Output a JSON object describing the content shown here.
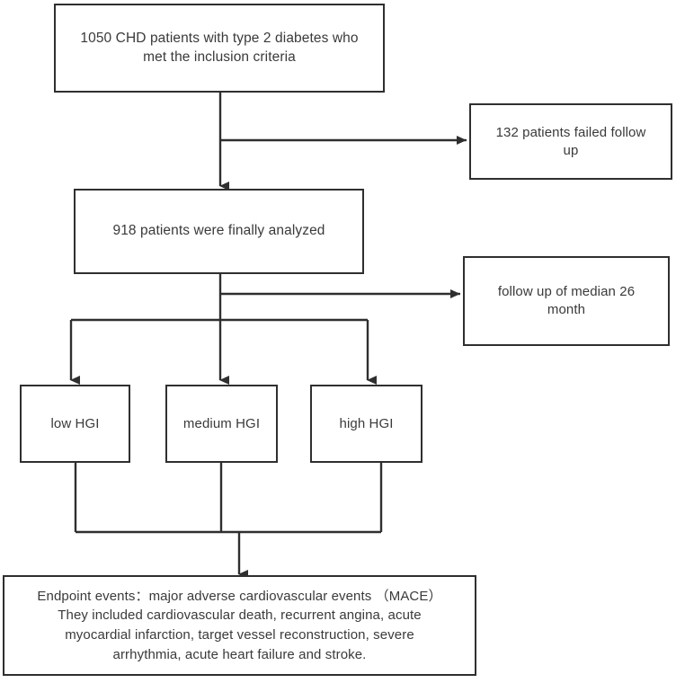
{
  "diagram": {
    "title": "Study flow diagram",
    "type": "flowchart",
    "stroke_color": "#2f2f2f",
    "text_color": "#3a3a3a",
    "background_color": "#ffffff"
  },
  "nodes": {
    "cohort": {
      "id": "cohort",
      "text": "1050 CHD patients with type 2 diabetes who\nmet the inclusion criteria"
    },
    "lost": {
      "id": "lost",
      "text": "132 patients failed follow\nup"
    },
    "analyzed": {
      "id": "analyzed",
      "text": "918 patients were finally analyzed"
    },
    "followup": {
      "id": "followup",
      "text": "follow up of median 26\nmonth"
    },
    "low_hgi": {
      "id": "low-hgi",
      "text": "low HGI"
    },
    "medium_hgi": {
      "id": "medium-hgi",
      "text": "medium HGI"
    },
    "high_hgi": {
      "id": "high-hgi",
      "text": "high HGI"
    },
    "endpoint": {
      "id": "endpoint",
      "text": "Endpoint events：major adverse cardiovascular events （MACE）\nThey included cardiovascular death, recurrent angina, acute\nmyocardial infarction, target vessel reconstruction, severe\narrhythmia, acute heart failure and stroke."
    }
  },
  "edges": [
    {
      "name": "cohort-to-analyzed",
      "from": "cohort",
      "to": "analyzed",
      "arrow": "down"
    },
    {
      "name": "cohort-to-lost",
      "from": "cohort",
      "to": "lost",
      "arrow": "right"
    },
    {
      "name": "analyzed-to-followup",
      "from": "analyzed",
      "to": "followup",
      "arrow": "right"
    },
    {
      "name": "analyzed-to-low-hgi",
      "from": "analyzed",
      "to": "low_hgi",
      "arrow": "down"
    },
    {
      "name": "analyzed-to-medium-hgi",
      "from": "analyzed",
      "to": "medium_hgi",
      "arrow": "down"
    },
    {
      "name": "analyzed-to-high-hgi",
      "from": "analyzed",
      "to": "high_hgi",
      "arrow": "down"
    },
    {
      "name": "hgi-groups-to-endpoint",
      "from": "hgi_groups",
      "to": "endpoint",
      "arrow": "down"
    }
  ]
}
